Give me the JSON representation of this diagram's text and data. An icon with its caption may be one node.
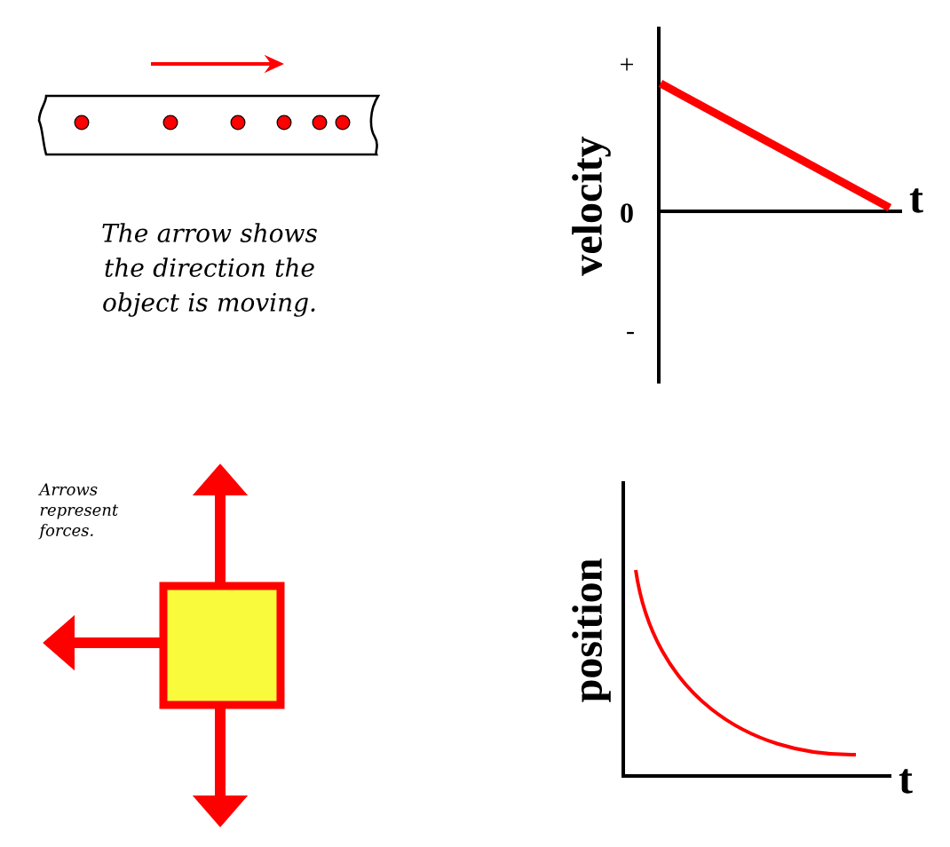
{
  "diagram": {
    "labels": [
      "The arrow shows the direction the object is moving.",
      "+",
      "0",
      "-",
      "t",
      "velocity",
      "Arrows represent forces.",
      "position",
      "t"
    ]
  }
}
